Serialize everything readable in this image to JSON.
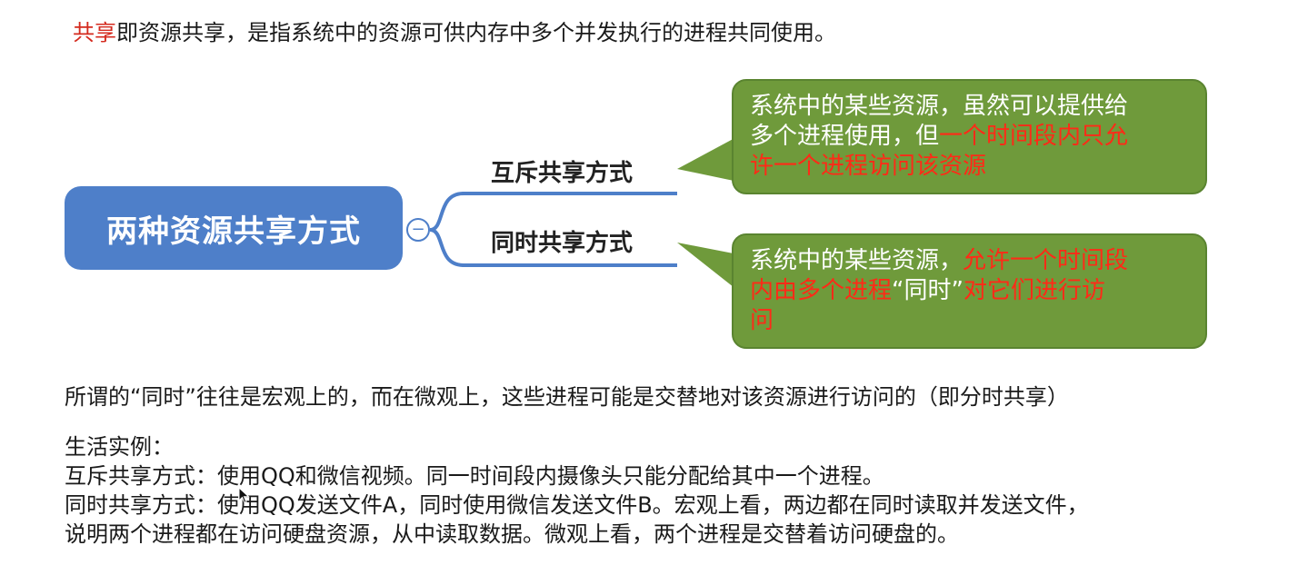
{
  "intro": {
    "highlight": "共享",
    "rest": "即资源共享，是指系统中的资源可供内存中多个并发执行的进程共同使用。"
  },
  "mindmap": {
    "center": "两种资源共享方式",
    "collapse_symbol": "−",
    "branches": [
      {
        "label": "互斥共享方式",
        "callout_line1": "系统中的某些资源，虽然可以提供给",
        "callout_line2_plain": "多个进程使用，但",
        "callout_line2_red": "一个时间段内只允",
        "callout_line3_red": "许一个进程访问该资源"
      },
      {
        "label": "同时共享方式",
        "callout_line1_plain": "系统中的某些资源，",
        "callout_line1_red": "允许一个时间段",
        "callout_line2_red_a": "内由多个进程",
        "callout_line2_plain": "“同时”",
        "callout_line2_red_b": "对它们进行访",
        "callout_line3_red": "问"
      }
    ],
    "colors": {
      "center_fill": "#4e7fc9",
      "callout_fill": "#6f9a3b",
      "emphasis_red": "#d42a1e"
    }
  },
  "note": "所谓的“同时”往往是宏观上的，而在微观上，这些进程可能是交替地对该资源进行访问的（即分时共享）",
  "examples": {
    "heading": "生活实例：",
    "line1": "互斥共享方式：使用QQ和微信视频。同一时间段内摄像头只能分配给其中一个进程。",
    "line2": "同时共享方式：使用QQ发送文件A，同时使用微信发送文件B。宏观上看，两边都在同时读取并发送文件，",
    "line3": "说明两个进程都在访问硬盘资源，从中读取数据。微观上看，两个进程是交替着访问硬盘的。"
  }
}
